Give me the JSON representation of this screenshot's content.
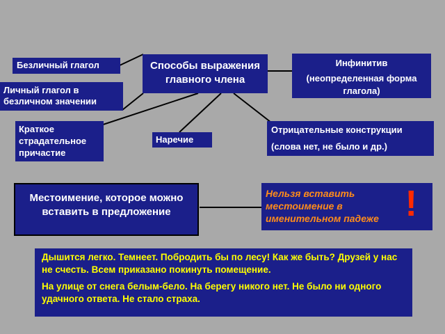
{
  "diagram": {
    "main": "Способы выражения главного члена",
    "nodes": {
      "impersonal_verb": "Безличный глагол",
      "personal_verb": "Личный глагол в безличном значении",
      "short_participle": "Краткое страдательное причастие",
      "adverb": "Наречие",
      "infinitive_title": "Инфинитив",
      "infinitive_note": "(неопределенная форма глагола)",
      "negative_title": "Отрицательные конструкции",
      "negative_note": "(слова нет, не было и др.)"
    },
    "pronoun_box": "Местоимение, которое можно вставить в предложение",
    "warning": {
      "text": "Нельзя вставить местоимение в именительном падеже",
      "mark": "!"
    },
    "examples": {
      "line1": "Дышится легко.  Темнеет.  Побродить бы по лесу!  Как же быть? Друзей у нас не счесть.  Всем приказано покинуть помещение.",
      "line2": "На улице от снега белым-бело.   На берегу никого нет.  Не было ни одного удачного ответа. Не стало страха."
    }
  },
  "colors": {
    "background": "#a9a9a9",
    "box_fill": "#1b1f8a",
    "box_text": "#ffffff",
    "warning_text": "#ff8c1a",
    "examples_text": "#ffff00",
    "exclamation": "#ff2a00"
  }
}
